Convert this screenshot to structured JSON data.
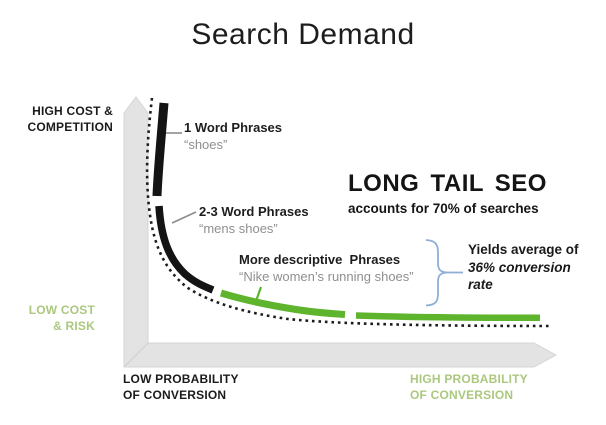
{
  "title": "Search Demand",
  "colors": {
    "curve_black": "#141414",
    "curve_green": "#5fb42d",
    "green_text": "#abc87e",
    "bracket_blue": "#8fafd4",
    "axis_gray": "#e3e3e3",
    "axis_edge_gray": "#d6d6d6",
    "connector_gray": "#8c8c8c",
    "subtext_gray": "#8f8f8f"
  },
  "axis_labels": {
    "high_cost": {
      "line1": "HIGH COST &",
      "line2": "COMPETITION"
    },
    "low_cost": {
      "line1": "LOW COST",
      "line2": "& RISK"
    },
    "low_prob": {
      "line1": "LOW PROBABILITY",
      "line2": "OF CONVERSION"
    },
    "high_prob": {
      "line1": "HIGH PROBABILITY",
      "line2": "OF CONVERSION"
    }
  },
  "annotations": {
    "word1": {
      "title": "1 Word Phrases",
      "example": "“shoes”"
    },
    "word23": {
      "title": "2-3 Word Phrases",
      "example": "“mens shoes”"
    },
    "descriptive": {
      "title": "More descriptive  Phrases",
      "example": "“Nike women’s running shoes”"
    },
    "long_tail": {
      "title": "LONG TAIL SEO",
      "subtitle": "accounts for 70% of searches"
    },
    "yields": {
      "line1": "Yields average of",
      "line2": "36% conversion",
      "line3": "rate"
    }
  }
}
